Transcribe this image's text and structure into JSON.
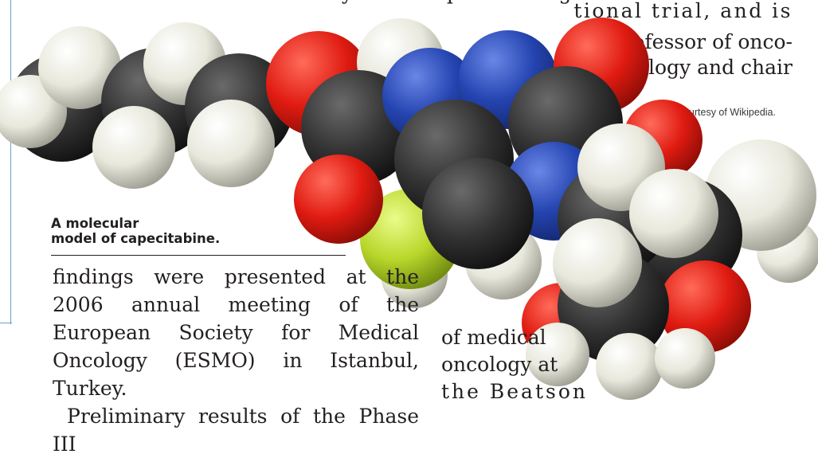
{
  "article": {
    "top_fragment": "analytical and practical significance",
    "right_lines": [
      "tional trial, and is",
      "professor of onco-",
      "logy and chair"
    ],
    "credit": "Courtesy of Wikipedia.",
    "caption_line1": "A molecular",
    "caption_line2": "model of capecitabine.",
    "body_paragraph1": "findings were presented at the 2006 annual meeting of the European Society for Medical Oncology (ESMO) in Istanbul, Turkey.",
    "body_paragraph2": "Preliminary results of the Phase III",
    "side_lines": [
      "of medical",
      "oncology at",
      "the Beatson"
    ]
  },
  "colors": {
    "carbon": "#333333",
    "hydrogen": "#e8e8dc",
    "oxygen": "#e01b12",
    "nitrogen": "#2444b0",
    "fluorine": "#b8d62a",
    "rule": "#6f9fc6"
  }
}
